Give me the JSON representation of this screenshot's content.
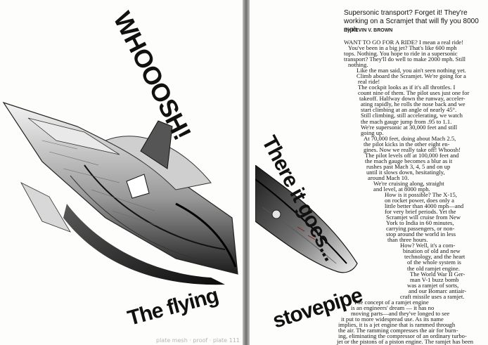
{
  "headlines": {
    "whooosh": "WHOOOSH!",
    "the_flying": "The flying",
    "there_it_goes": "There it goes...",
    "stovepipe": "stovepipe"
  },
  "subtitle": "Supersonic transport? Forget it! They're working on a Scramjet that will fly you 8000 mph",
  "byline": "By KEVIN V. BROWN",
  "article_lines": [
    "WANT TO GO FOR A RIDE? I mean a real ride!",
    "You've been in a big jet? That's like 600 mph",
    "tops. Nothing. You hope to ride in a supersonic",
    "transport? They'll do well to make 2000 mph. Still",
    "nothing.",
    "Like the man said, you ain't seen nothing yet.",
    "Climb aboard the Scramjet. We're going for a",
    "real ride!",
    "The cockpit looks as if it's all throttles. I",
    "count nine of them. The pilot uses just one for",
    "takeoff. Halfway down the runway, acceler-",
    "ating rapidly, he rolls the nose back and we",
    "start climbing at an angle of nearly 45°.",
    "Still climbing, still accelerating, we watch",
    "the mach gauge jump from .95 to 1.1.",
    "We're supersonic at 30,000 feet and still",
    "going up.",
    "At 70,000 feet, doing about Mach 2.5,",
    "the pilot kicks in the other eight en-",
    "gines. Now we really take off! Whoosh!",
    "The pilot levels off at 100,000 feet and",
    "the mach gauge becomes a blur as it",
    "rushes past Mach 3, 4, 5 and on up",
    "until it slows down, hesitatingly,",
    "around Mach 10.",
    "We're cruising along, straight",
    "and level, at 8000 mph.",
    "How is it possible? The X-15,",
    "on rocket power, does only a",
    "little better than 4000 mph—and",
    "for very brief periods. Yet the",
    "Scramjet will cruise from New",
    "York to India in 60 minutes,",
    "carrying passengers, or non-",
    "stop around the world in less",
    "than three hours.",
    "How? Well, it's a com-",
    "bination of old and new",
    "technology, and the heart",
    "of the whole system is",
    "the old ramjet engine.",
    "The World War II Ger-",
    "man V-1 buzz bomb",
    "was a ramjet of sorts,",
    "and our Bomarc antiair-",
    "craft missile uses a ramjet.",
    "The concept of a ramjet engine",
    "is an engineers' dream — it has no",
    "moving parts—and they've longed to see",
    "it put to more widespread use. As its name",
    "implies, it is a jet engine that is rammed through",
    "the air. The ramming compresses the air for burn-",
    "ing, eliminating the compressor of an ordinary turbo-",
    "jet or the pistons of a piston engine. The ramjet has been"
  ],
  "margin_note": "plate mesh · proof · plate 111"
}
